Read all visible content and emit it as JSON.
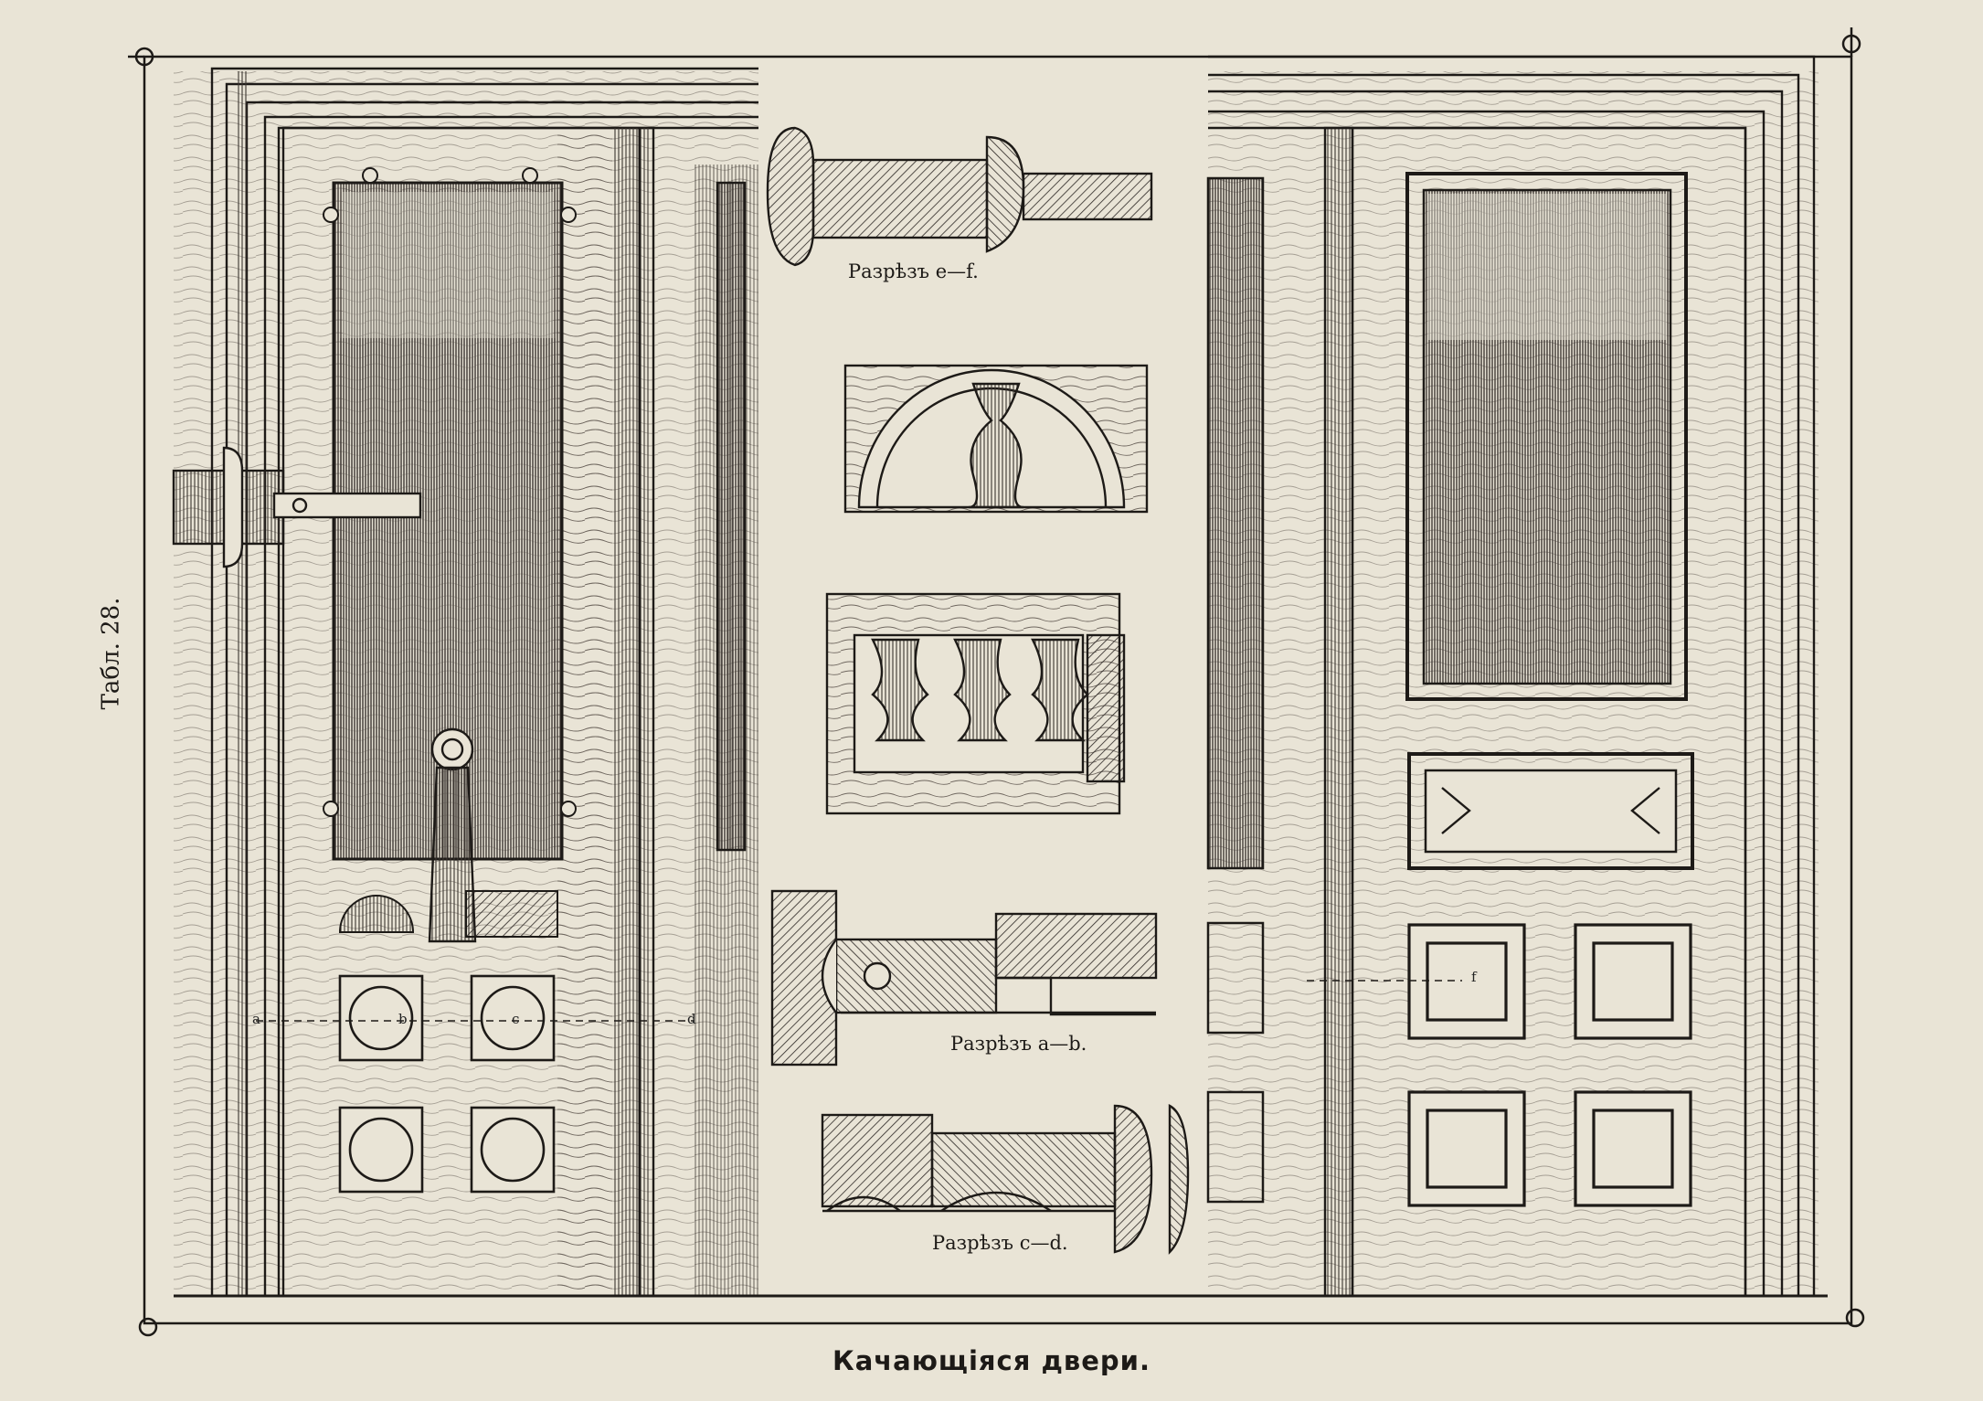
{
  "plate": {
    "number": "Табл. 28.",
    "caption": "Качающіяся двери."
  },
  "sections": {
    "ef": "Разрѣзъ e—f.",
    "ab": "Разрѣзъ a—b.",
    "cd": "Разрѣзъ c—d."
  },
  "markers": {
    "a": "a",
    "b": "b",
    "c": "c",
    "d": "d",
    "f": "f"
  },
  "colors": {
    "paper": "#e9e4d6",
    "ink": "#1d1a17"
  }
}
